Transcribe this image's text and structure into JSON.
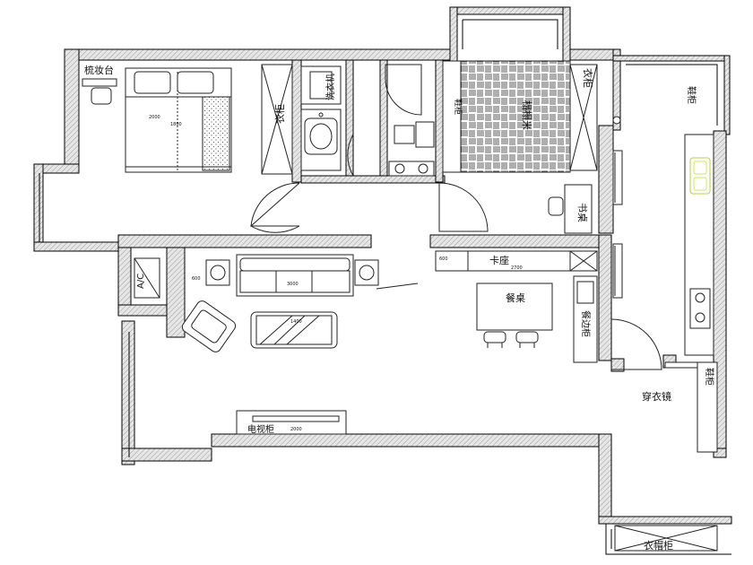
{
  "rooms": {
    "dresser": "梳妆台",
    "wardrobe_vertical": "衣柜",
    "washer": "洗衣机",
    "tatami": "榻榻米",
    "shoe_cabinet_top": "鞋柜",
    "wardrobe_top_right": "衣柜",
    "desk": "书桌",
    "booth_seat": "卡座",
    "dining_table": "餐桌",
    "sideboard": "餐边柜",
    "tv_cabinet": "电视柜",
    "shoe_cabinet_right": "鞋柜",
    "dressing_mirror": "穿衣镜",
    "wardrobe_bottom": "衣帽柜",
    "ac": "A/C"
  },
  "dimensions": {
    "bed": "1800",
    "bed_len": "2000",
    "coffee_table": "1400",
    "booth": "2700",
    "tv": "2000",
    "booth_side": "600",
    "sofa_w": "3000",
    "desk_small": "600"
  },
  "colors": {
    "wall": "#000000",
    "wall_fill": "#e2e2e2",
    "line": "#222222",
    "sink_highlight": "#c8e85a"
  }
}
